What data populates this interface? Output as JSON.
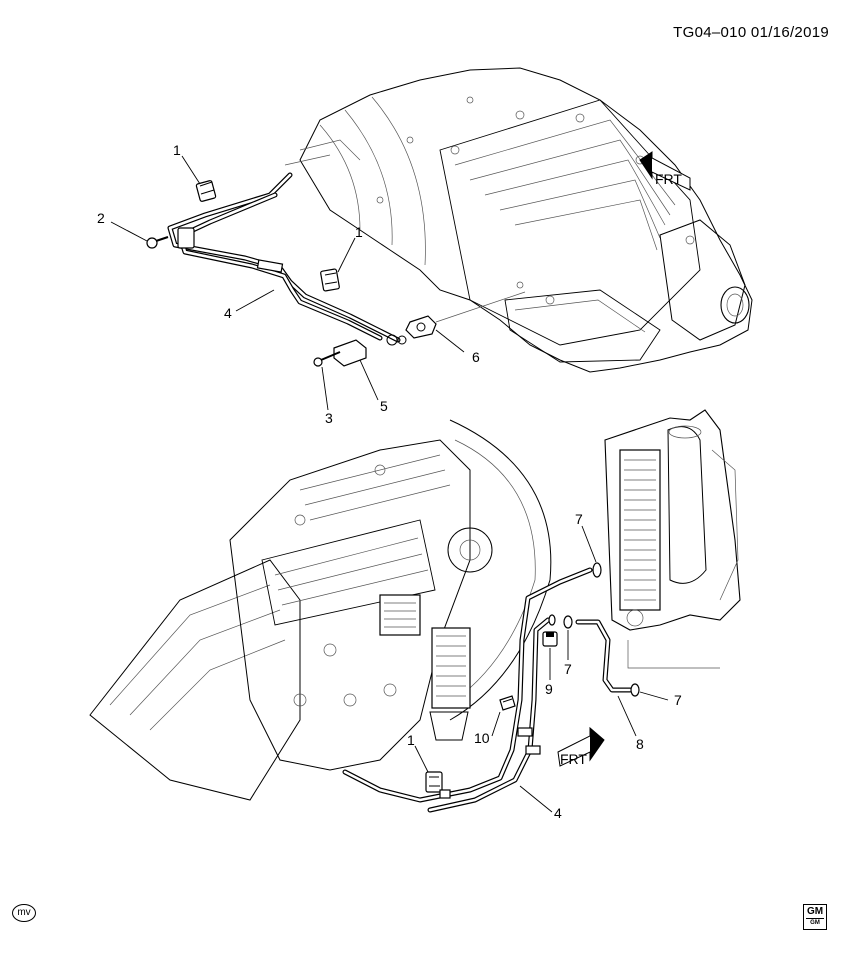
{
  "header": {
    "doc_id": "TG04–010  01/16/2019"
  },
  "frt_labels": {
    "top": "FRT",
    "bottom": "FRT"
  },
  "callouts": [
    {
      "id": "c1a",
      "label": "1"
    },
    {
      "id": "c2",
      "label": "2"
    },
    {
      "id": "c1b",
      "label": "1"
    },
    {
      "id": "c4a",
      "label": "4"
    },
    {
      "id": "c6",
      "label": "6"
    },
    {
      "id": "c3",
      "label": "3"
    },
    {
      "id": "c5",
      "label": "5"
    },
    {
      "id": "c7a",
      "label": "7"
    },
    {
      "id": "c7b",
      "label": "7"
    },
    {
      "id": "c9",
      "label": "9"
    },
    {
      "id": "c7c",
      "label": "7"
    },
    {
      "id": "c10",
      "label": "10"
    },
    {
      "id": "c8",
      "label": "8"
    },
    {
      "id": "c1c",
      "label": "1"
    },
    {
      "id": "c4b",
      "label": "4"
    }
  ],
  "logos": {
    "left": "mv",
    "right_main": "GM",
    "right_sub": "GM"
  }
}
